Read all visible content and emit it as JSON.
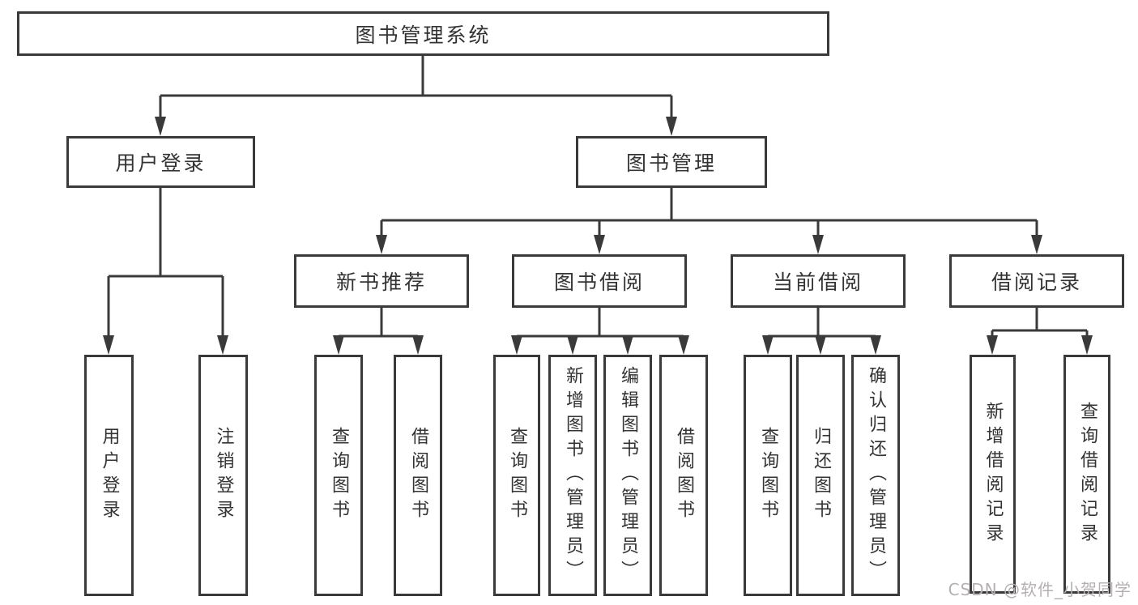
{
  "diagram": {
    "title": "图书管理系统",
    "watermark": "CSDN @软件_小贺同学",
    "colors": {
      "line": "#3a3a3a",
      "text": "#333333",
      "box_background": "#ffffff",
      "page_background": "#ffffff",
      "watermark": "#b5b0b0"
    },
    "nodes": {
      "root": "图书管理系统",
      "user_login": "用户登录",
      "book_mgmt": "图书管理",
      "new_book_rec": "新书推荐",
      "book_borrow": "图书借阅",
      "current_borrow": "当前借阅",
      "borrow_records": "借阅记录",
      "leaf_user_login": "用户登录",
      "leaf_logout": "注销登录",
      "leaf_rec_query_book": "查询图书",
      "leaf_rec_borrow_book": "借阅图书",
      "leaf_bb_query_book": "查询图书",
      "leaf_bb_add_book": "新增图书（管理员）",
      "leaf_bb_edit_book": "编辑图书（管理员）",
      "leaf_bb_borrow_book": "借阅图书",
      "leaf_cb_query_book": "查询图书",
      "leaf_cb_return_book": "归还图书",
      "leaf_cb_confirm_return": "确认归还（管理员）",
      "leaf_rc_add_record": "新增借阅记录",
      "leaf_rc_query_record": "查询借阅记录"
    },
    "tree": {
      "图书管理系统": {
        "用户登录": [
          "用户登录",
          "注销登录"
        ],
        "图书管理": {
          "新书推荐": [
            "查询图书",
            "借阅图书"
          ],
          "图书借阅": [
            "查询图书",
            "新增图书（管理员）",
            "编辑图书（管理员）",
            "借阅图书"
          ],
          "当前借阅": [
            "查询图书",
            "归还图书",
            "确认归还（管理员）"
          ],
          "借阅记录": [
            "新增借阅记录",
            "查询借阅记录"
          ]
        }
      }
    }
  }
}
